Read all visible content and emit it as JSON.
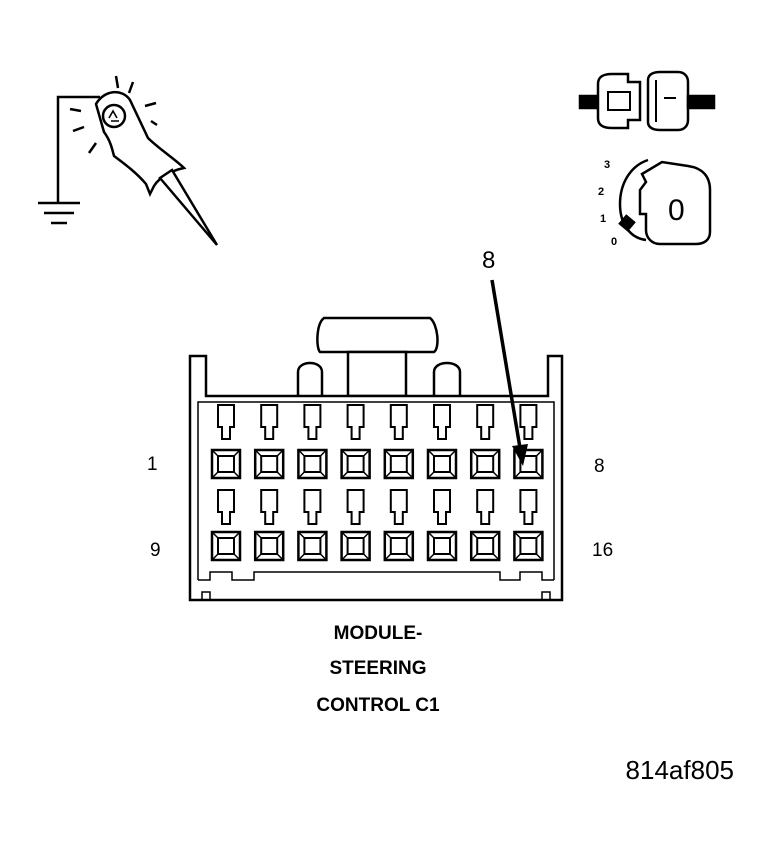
{
  "connector": {
    "title_lines": [
      "MODULE-",
      "STEERING",
      "CONTROL C1"
    ],
    "pin_labels": {
      "top_left": "1",
      "top_right": "8",
      "bottom_left": "9",
      "bottom_right": "16"
    },
    "pins_per_row": 8,
    "rows": 2,
    "callout_pin": "8"
  },
  "ignition_switch": {
    "dial_positions": [
      "3",
      "2",
      "1",
      "0"
    ],
    "knob_position": "0"
  },
  "figure_id": "814af805",
  "icons": [
    "test-light-probe-icon",
    "ground-symbol-icon",
    "disconnect-connector-icon",
    "ignition-switch-icon"
  ]
}
